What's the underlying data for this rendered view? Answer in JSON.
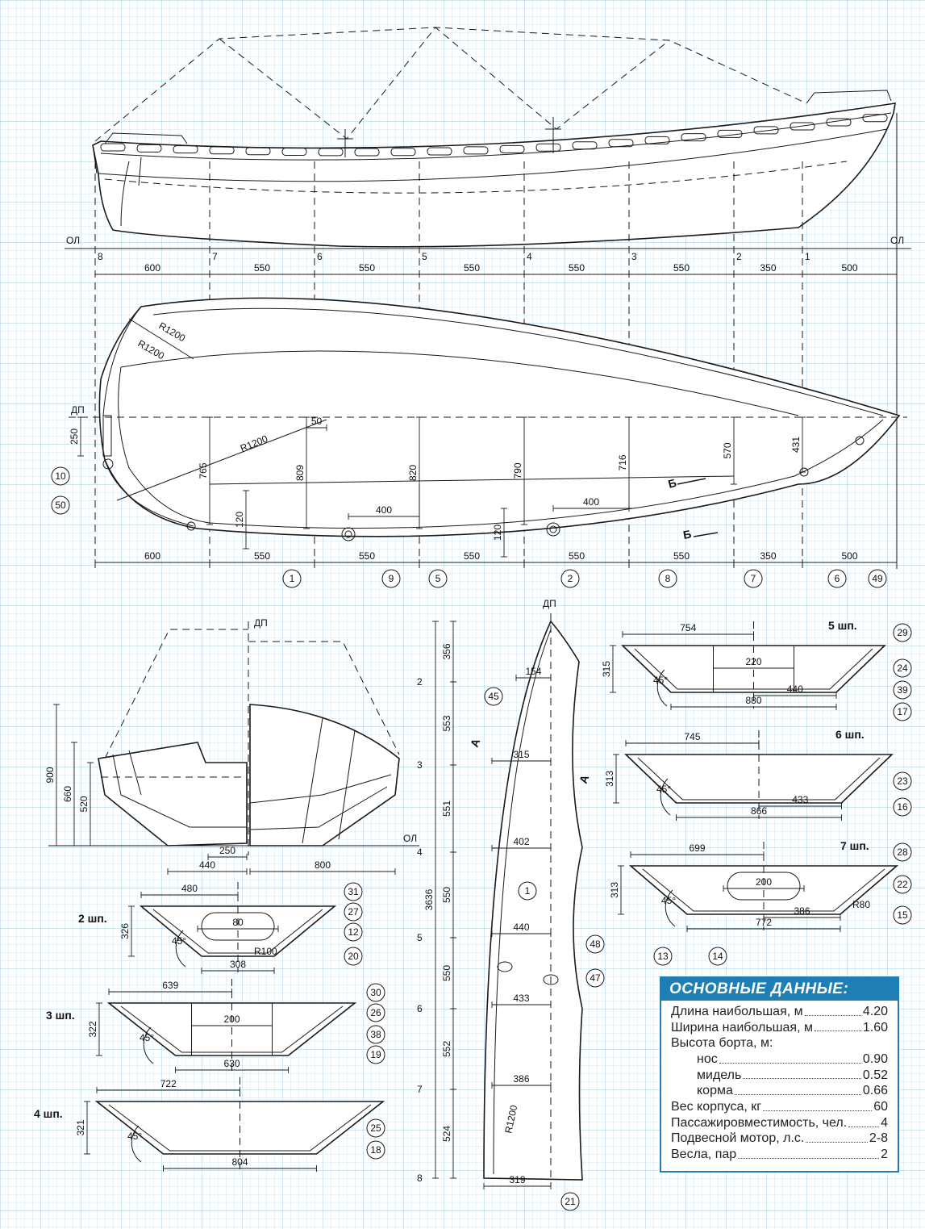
{
  "drawing": {
    "baseline_label": "ОЛ",
    "centerline_label": "ДП",
    "frame_numbers": [
      "8",
      "7",
      "6",
      "5",
      "4",
      "3",
      "2",
      "1"
    ],
    "profile_spacings": [
      "600",
      "550",
      "550",
      "550",
      "550",
      "550",
      "350",
      "500"
    ],
    "plan": {
      "radius_labels": [
        "R1200",
        "R1200",
        "R1200"
      ],
      "heights": [
        "765",
        "809",
        "820",
        "790",
        "716",
        "570",
        "431"
      ],
      "small_dims": [
        "250",
        "50",
        "120",
        "120"
      ],
      "span_dims": [
        "400",
        "400"
      ],
      "section_marks": [
        "Б",
        "Б"
      ],
      "bottom_spacings": [
        "600",
        "550",
        "550",
        "550",
        "550",
        "550",
        "350",
        "500"
      ],
      "callouts": [
        "10",
        "50",
        "1",
        "9",
        "5",
        "2",
        "8",
        "7",
        "6",
        "49"
      ]
    },
    "body": {
      "heights": [
        "900",
        "660",
        "520"
      ],
      "widths": [
        "250",
        "440",
        "800"
      ]
    },
    "bottom_plan": {
      "total": "3636",
      "segments": [
        "356",
        "553",
        "551",
        "550",
        "550",
        "552",
        "524"
      ],
      "frames": [
        "2",
        "3",
        "4",
        "5",
        "6",
        "7",
        "8"
      ],
      "half_widths": [
        "154",
        "315",
        "402",
        "440",
        "433",
        "386",
        "319"
      ],
      "radius": "R1200",
      "section_mark": "А",
      "callouts": [
        "45",
        "1",
        "48",
        "47",
        "21"
      ]
    },
    "frames": [
      {
        "title": "2 шп.",
        "top": "480",
        "height": "326",
        "inner": "80",
        "bottom": "308",
        "radius": "R100",
        "angle": "45°",
        "callouts": [
          "31",
          "27",
          "12",
          "20"
        ]
      },
      {
        "title": "3 шп.",
        "top": "639",
        "height": "322",
        "inner": "200",
        "bottom": "630",
        "angle": "45°",
        "callouts": [
          "30",
          "26",
          "38",
          "19"
        ]
      },
      {
        "title": "4 шп.",
        "top": "722",
        "height": "321",
        "bottom": "804",
        "angle": "45°",
        "callouts": [
          "25",
          "18"
        ]
      },
      {
        "title": "5 шп.",
        "top": "754",
        "height": "315",
        "inner": "220",
        "half": "440",
        "bottom": "880",
        "angle": "45°",
        "callouts": [
          "29",
          "24",
          "39",
          "17"
        ]
      },
      {
        "title": "6 шп.",
        "top": "745",
        "height": "313",
        "half": "433",
        "bottom": "866",
        "angle": "45°",
        "callouts": [
          "23",
          "16"
        ]
      },
      {
        "title": "7 шп.",
        "top": "699",
        "height": "313",
        "inner": "200",
        "half": "386",
        "bottom": "772",
        "radius": "R80",
        "angle": "45°",
        "callouts": [
          "28",
          "22",
          "15",
          "13",
          "14"
        ]
      }
    ]
  },
  "specs": {
    "title": "ОСНОВНЫЕ ДАННЫЕ:",
    "rows": [
      {
        "label": "Длина наибольшая, м",
        "value": "4.20"
      },
      {
        "label": "Ширина наибольшая, м",
        "value": "1.60"
      },
      {
        "label": "Высота борта, м:",
        "value": ""
      },
      {
        "label": "нос",
        "value": "0.90",
        "indent": true
      },
      {
        "label": "мидель",
        "value": "0.52",
        "indent": true
      },
      {
        "label": "корма",
        "value": "0.66",
        "indent": true
      },
      {
        "label": "Вес корпуса, кг",
        "value": "60"
      },
      {
        "label": "Пассажировместимость, чел.",
        "value": "4"
      },
      {
        "label": "Подвесной мотор, л.с.",
        "value": "2-8"
      },
      {
        "label": "Весла, пар",
        "value": "2"
      }
    ]
  }
}
